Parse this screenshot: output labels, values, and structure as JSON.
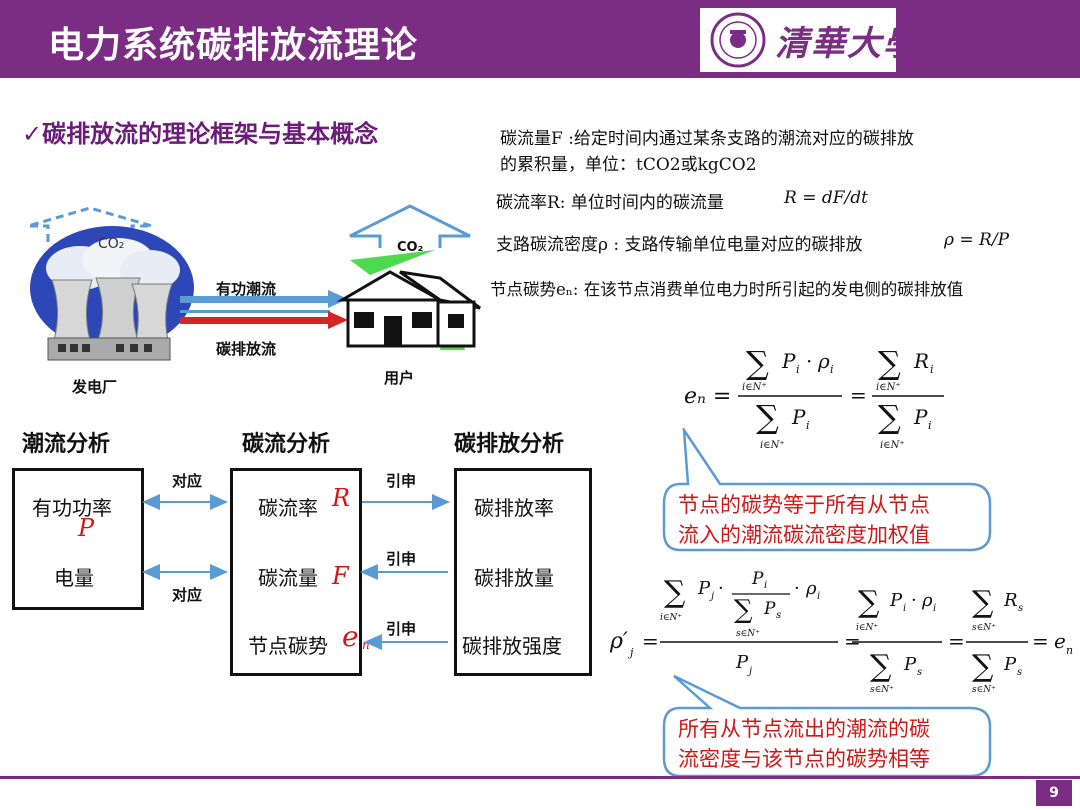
{
  "header": {
    "title": "电力系统碳排放流理论",
    "logo_text": "清華大學"
  },
  "subtitle": "✓碳排放流的理论框架与基本概念",
  "definitions": {
    "flow_amount_line1": "碳流量F :给定时间内通过某条支路的潮流对应的碳排放",
    "flow_amount_line2": "的累积量，单位：tCO2或kgCO2",
    "flow_rate": "碳流率R:  单位时间内的碳流量",
    "flow_rate_formula": "R = dF/dt",
    "branch_density": "支路碳流密度ρ : 支路传输单位电量对应的碳排放",
    "branch_density_formula": "ρ = R/P",
    "node_potential": "节点碳势eₙ:  在该节点消费单位电力时所引起的发电侧的碳排放值"
  },
  "illustration": {
    "co2_left": "CO₂",
    "co2_right": "CO₂",
    "active_flow": "有功潮流",
    "carbon_flow": "碳排放流",
    "plant": "发电厂",
    "user": "用户"
  },
  "framework": {
    "col1_title": "潮流分析",
    "col2_title": "碳流分析",
    "col3_title": "碳排放分析",
    "col1_items": [
      "有功功率",
      "P",
      "电量"
    ],
    "col2_items": [
      "碳流率",
      "R",
      "碳流量",
      "F",
      "节点碳势",
      "e",
      "n"
    ],
    "col3_items": [
      "碳排放率",
      "碳排放量",
      "碳排放强度"
    ],
    "link_a": "对应",
    "link_b": "对应",
    "link_c": "引申",
    "link_d": "引申",
    "link_e": "引申"
  },
  "formulas": {
    "en_lhs": "eₙ =",
    "callout1_line1": "节点的碳势等于所有从节点",
    "callout1_line2": "流入的潮流碳流密度加权值",
    "callout2_line1": "所有从节点流出的潮流的碳",
    "callout2_line2": "流密度与该节点的碳势相等"
  },
  "footer": {
    "page": "9"
  },
  "colors": {
    "accent": "#7b2d84",
    "highlight": "#d01818",
    "callout_border": "#5b9bd5"
  }
}
